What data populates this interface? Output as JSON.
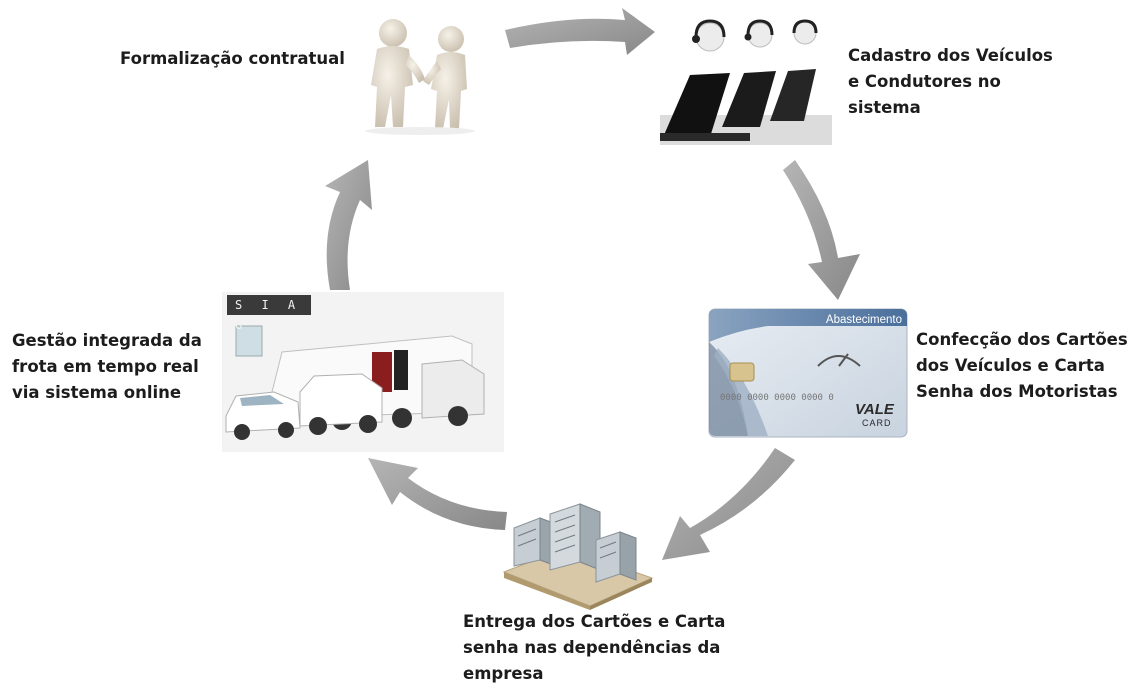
{
  "diagram": {
    "steps": [
      {
        "id": "formalizacao",
        "text": "Formalização contratual",
        "icon": "handshake-icon"
      },
      {
        "id": "cadastro",
        "text": "Cadastro dos Veículos\ne Condutores no\nsistema",
        "icon": "operators-at-laptops-icon"
      },
      {
        "id": "confeccao",
        "text": "Confecção dos Cartões\ndos Veículos e Carta\nSenha dos Motoristas",
        "icon": "fuel-card-icon"
      },
      {
        "id": "entrega",
        "text": "Entrega dos Cartões e Carta\nsenha nas dependências da\nempresa",
        "icon": "office-buildings-icon"
      },
      {
        "id": "gestao",
        "text": "Gestão integrada da\nfrota em tempo real\nvia sistema online",
        "icon": "fleet-vehicles-icon"
      }
    ],
    "images": {
      "siag_badge": "S I A G",
      "card_title": "Abastecimento",
      "card_brand": "VALE",
      "card_brand_sub": "CARD"
    },
    "colors": {
      "arrow": "#9a9a9a",
      "text": "#1c1c1c",
      "card_blue": "#4a6f9c"
    }
  }
}
